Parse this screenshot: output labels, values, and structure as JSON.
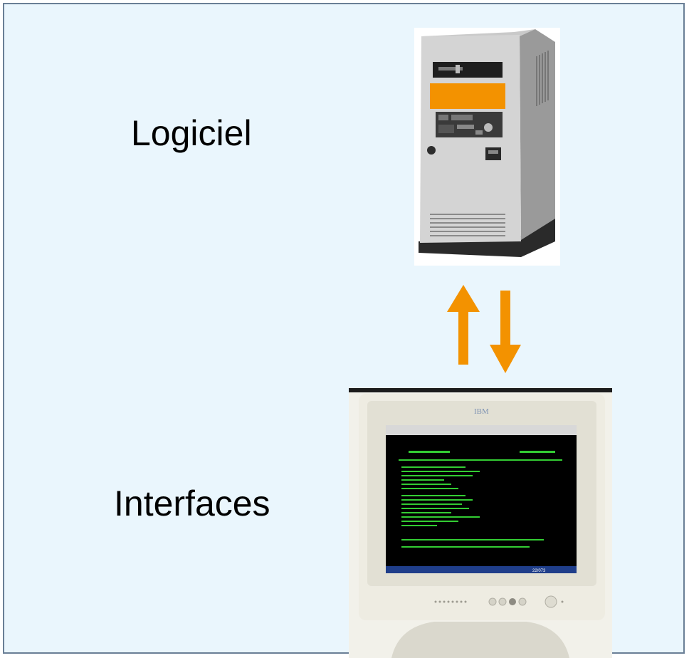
{
  "labels": {
    "software": "Logiciel",
    "interfaces": "Interfaces"
  },
  "server": {
    "icon": "server-tower-icon"
  },
  "monitor": {
    "brand": "IBM",
    "icon": "crt-monitor-icon",
    "statusbar": "22/073"
  },
  "colors": {
    "background": "#eaf6fd",
    "border": "#6a7f96",
    "accent": "#f39200",
    "terminal_text": "#33cc33"
  }
}
